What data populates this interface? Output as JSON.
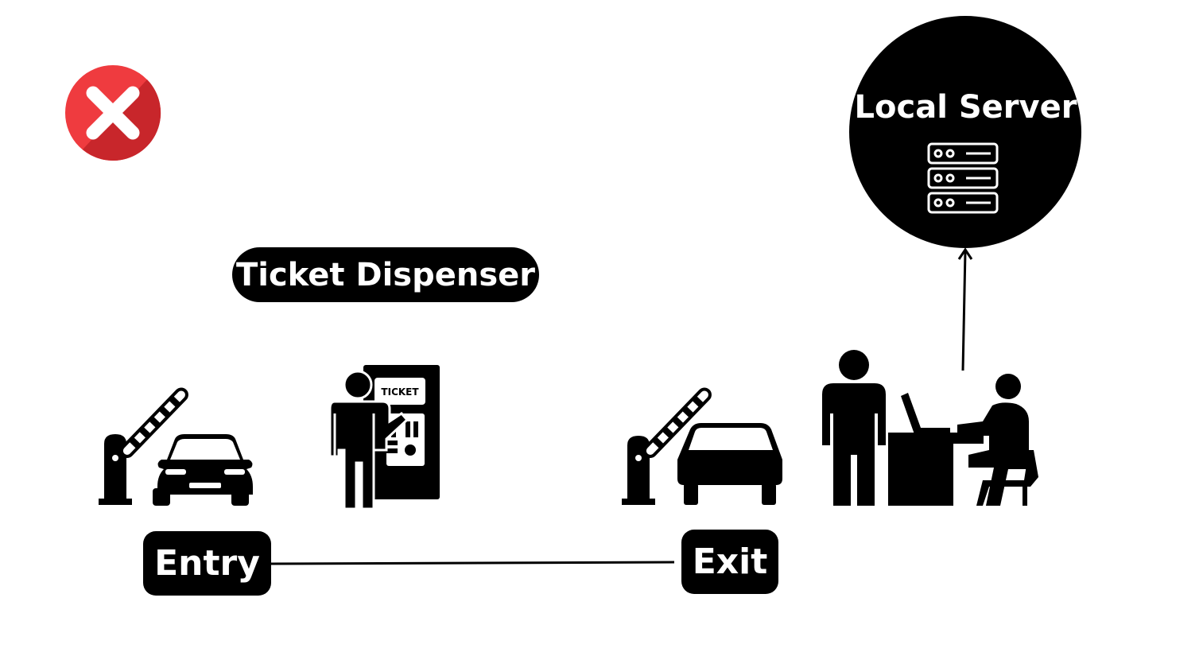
{
  "labels": {
    "ticket_dispenser": "Ticket Dispenser",
    "entry": "Entry",
    "exit": "Exit",
    "local_server": "Local Server",
    "ticket_sign": "TICKET"
  },
  "status": {
    "icon": "cross-icon",
    "meaning": "not connected",
    "color_primary": "#ef3b3f",
    "color_shadow": "#c8262b"
  },
  "icons": [
    "entry-barrier-car-icon",
    "ticket-machine-person-icon",
    "exit-barrier-car-icon",
    "attendant-desk-icon",
    "server-rack-icon"
  ]
}
